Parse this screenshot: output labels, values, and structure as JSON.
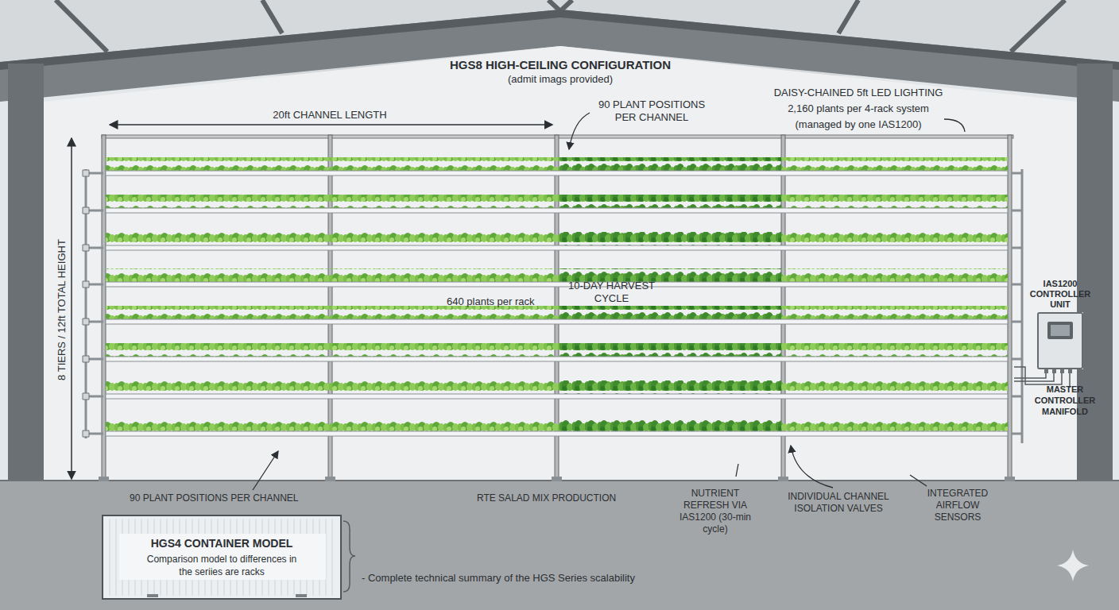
{
  "diagram": {
    "title": "HGS8 HIGH-CEILING CONFIGURATION",
    "caption": "- Complete technical summary of the HGS Series scalability",
    "nodes": [
      {
        "text": [
          "IAS1200 CONTROLLER UNIT"
        ]
      },
      {
        "text": [
          "HGS4 CONTAINER MODEL",
          "Comparison model to differences in the seriies are racks"
        ]
      }
    ],
    "labels": [
      "(admit imags provided)",
      "20ft CHANNEL LENGTH",
      "90 PLANT POSITIONS PER CHANNEL",
      "DAISY-CHAINED 5ft LED LIGHTING",
      "2,160 plants per 4-rack system",
      "(managed by one IAS1200)",
      "8 TIERS / 12ft TOTAL HEIGHT",
      "640 plants per rack",
      "10-DAY HARVEST CYCLE",
      "MASTER CONTROLLER MANIFOLD",
      "90 PLANT POSITIONS PER CHANNEL",
      "RTE SALAD MIX PRODUCTION",
      "NUTRIENT REFRESH VIA IAS1200 (30-min cycle)",
      "INDIVIDUAL CHANNEL ISOLATION VALVES",
      "INTEGRATED AIRFLOW SENSORS"
    ]
  }
}
